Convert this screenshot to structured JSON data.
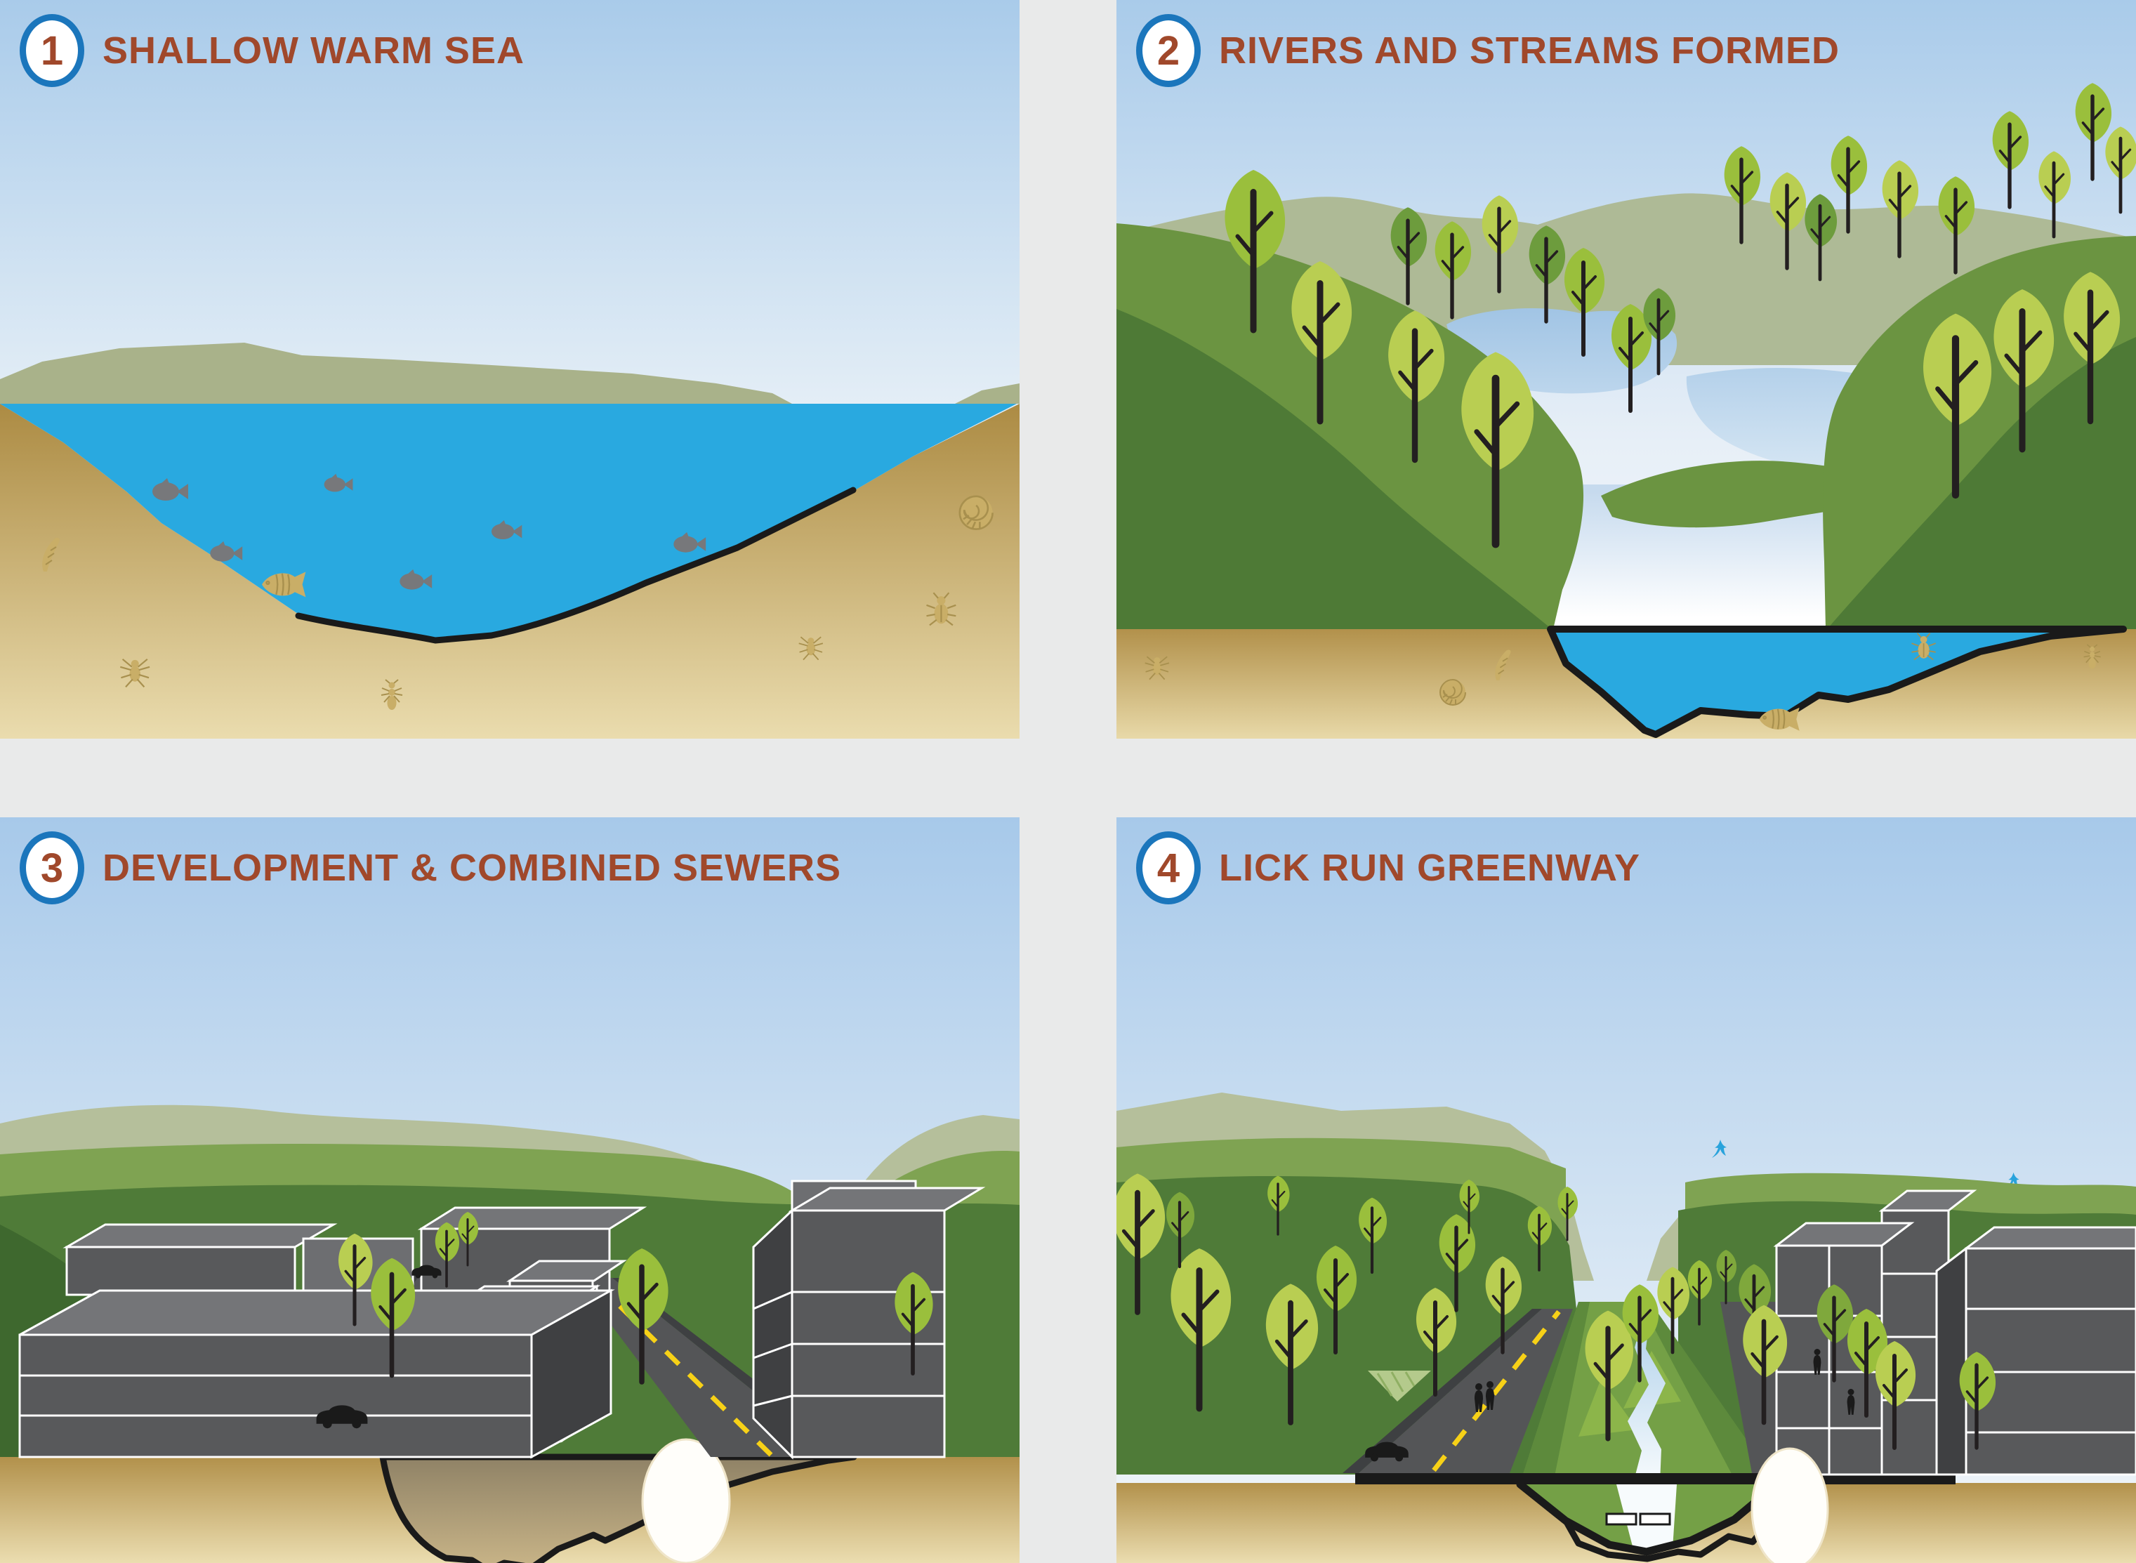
{
  "page": {
    "figure_type": "four-panel process diagram",
    "background_color": "#E9EAEA",
    "panel_count": 4
  },
  "palette": {
    "title_text": "#A0482B",
    "badge_ring": "#1B76BC",
    "badge_fill": "#FFFFFF",
    "sky_top": "#A9CBEA",
    "sky_bottom": "#F4F8FB",
    "sea_water": "#29A9E0",
    "river_light": "#9FC3E4",
    "sand_dark": "#B2914B",
    "sand_light": "#EADCAE",
    "hill_far": "#AEBA96",
    "hill_medium": "#6B9441",
    "hill_dark": "#4E7A36",
    "leaf_bright": "#B9CE52",
    "leaf_mid": "#9ABF3C",
    "leaf_olive": "#7FA83C",
    "building_front": "#58595B",
    "building_top": "#747578",
    "building_side": "#3F4042",
    "road": "#545557",
    "road_dash_yellow": "#F7D117",
    "bird_blue": "#29A3DC",
    "outline_black": "#1A1A1A",
    "fossil_tan": "#C9AE67"
  },
  "panels": [
    {
      "number": "1",
      "title": "SHALLOW WARM SEA",
      "scene_elements": [
        "sky",
        "background-hills",
        "sea-water",
        "sediment",
        "fish-icon",
        "fossil-squiggle-icon",
        "fossil-fish-icon",
        "fossil-spider-icon",
        "fossil-ant-icon",
        "fossil-shell-icon",
        "fossil-beetle-icon"
      ]
    },
    {
      "number": "2",
      "title": "RIVERS AND STREAMS FORMED",
      "scene_elements": [
        "sky",
        "background-mountains",
        "river",
        "lake",
        "valley-gorge",
        "stream-pool",
        "tree-icon",
        "sediment",
        "fossil-spider-icon",
        "fossil-squiggle-icon",
        "fossil-shell-icon",
        "fossil-fish-icon",
        "fossil-ant-icon"
      ]
    },
    {
      "number": "3",
      "title": "DEVELOPMENT & COMBINED SEWERS",
      "scene_elements": [
        "sky",
        "background-hills",
        "building",
        "street",
        "road-dash",
        "car-icon",
        "tree-icon",
        "buried-valley",
        "combined-sewer-pipe",
        "sediment"
      ]
    },
    {
      "number": "4",
      "title": "LICK RUN GREENWAY",
      "scene_elements": [
        "sky",
        "bird-icon",
        "background-hills",
        "greenway-median",
        "stream",
        "street",
        "car-icon",
        "pedestrian-icon",
        "tree-icon",
        "box-culvert",
        "sewer-pipe",
        "building",
        "sediment"
      ]
    }
  ]
}
